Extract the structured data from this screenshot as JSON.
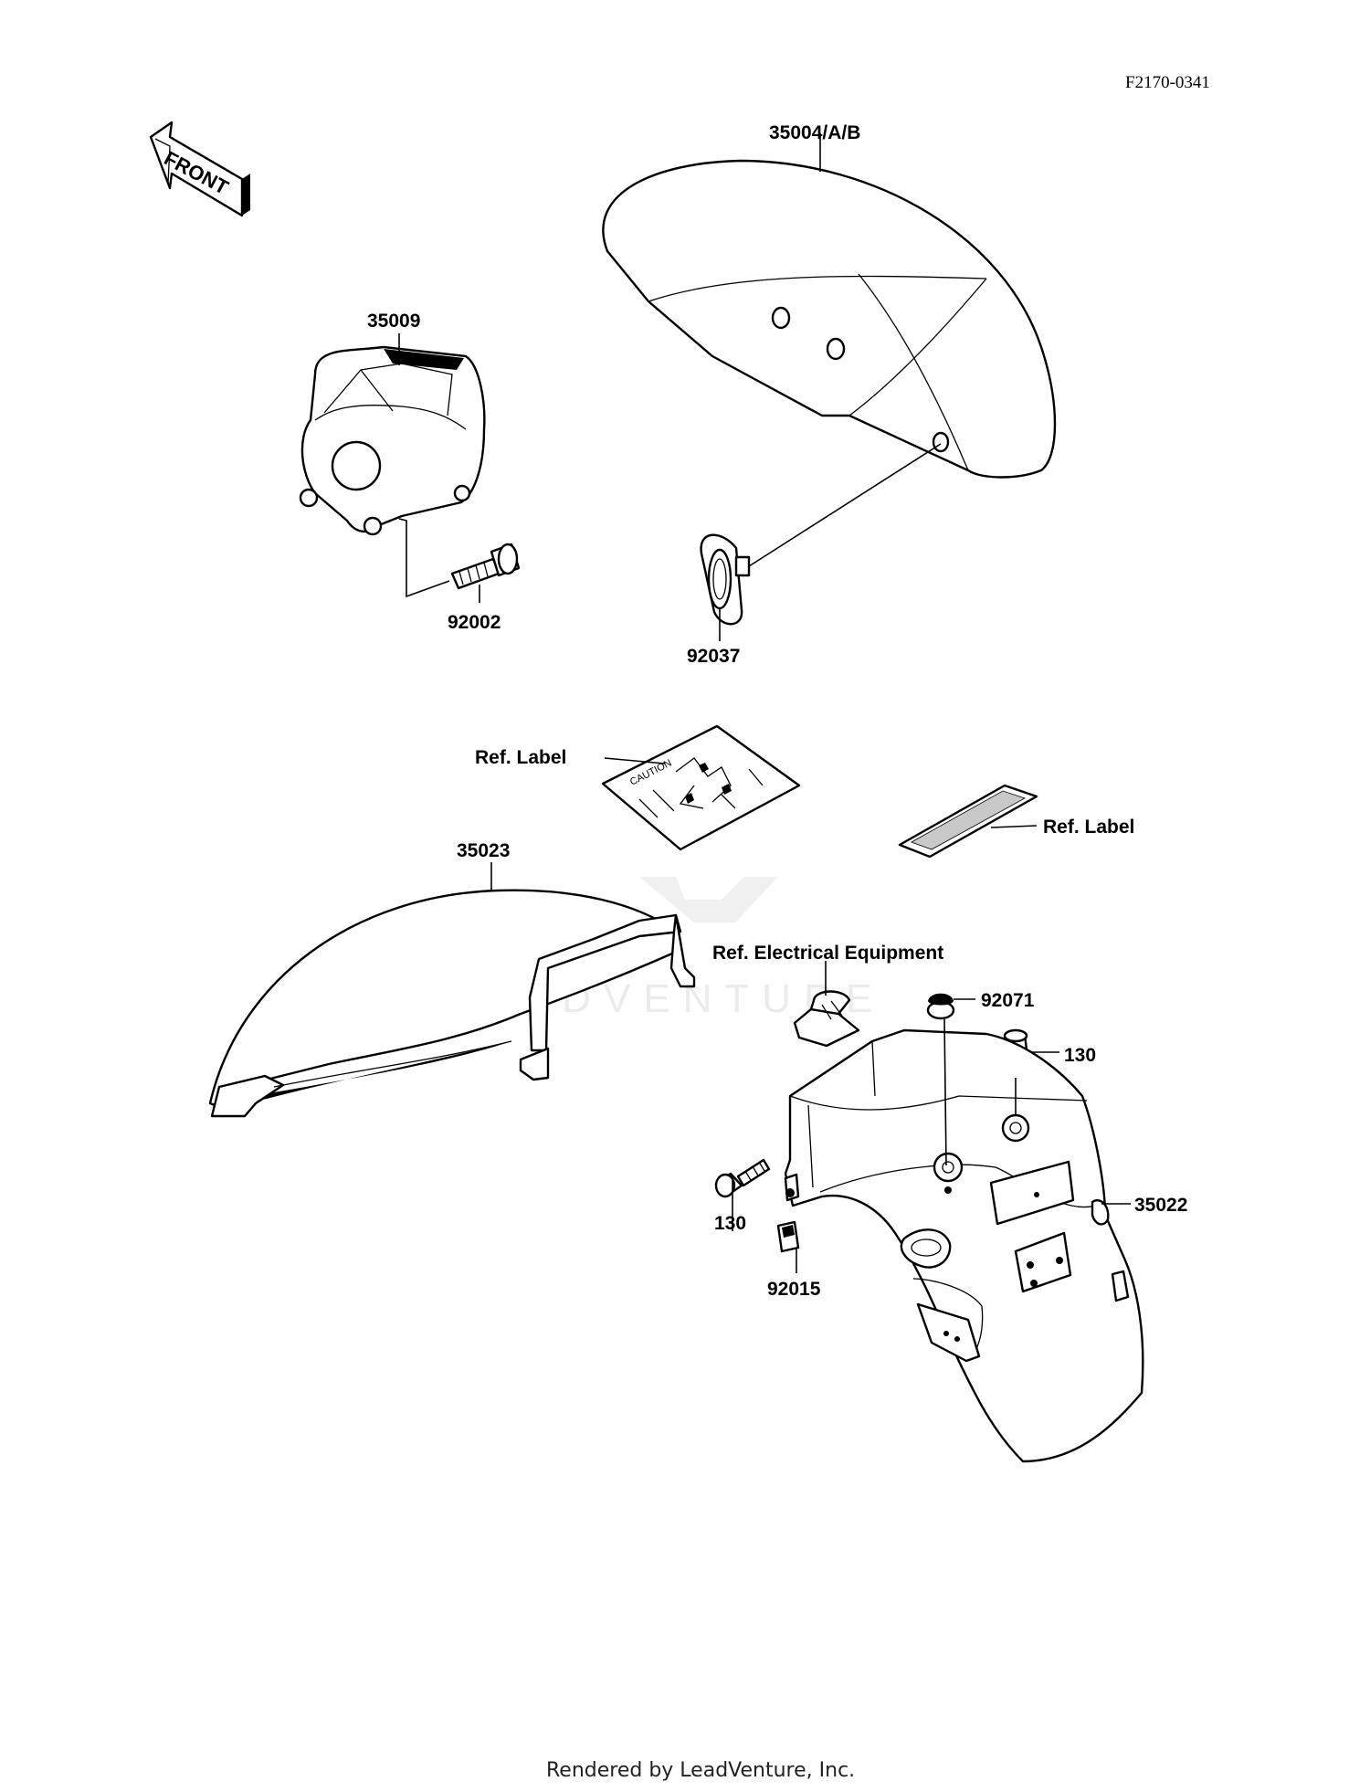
{
  "document": {
    "diagram_id": "F2170-0341",
    "footer": "Rendered by LeadVenture, Inc.",
    "watermark": "LEADVENTURE"
  },
  "direction_arrow": {
    "text": "FRONT"
  },
  "caution_label": {
    "text": "CAUTION"
  },
  "callouts": {
    "front_fender": "35004/A/B",
    "fender_bracket": "35009",
    "bolt_92002": "92002",
    "grommet_92037": "92037",
    "ref_label_caution": "Ref. Label",
    "ref_label_strip": "Ref. Label",
    "rear_fender_front": "35023",
    "ref_electrical": "Ref. Electrical Equipment",
    "damper_92071": "92071",
    "bolt_130_top": "130",
    "rear_fender_rear": "35022",
    "bolt_130_left": "130",
    "nut_92015": "92015"
  },
  "colors": {
    "line": "#000000",
    "background": "#ffffff",
    "watermark": "#ebebeb"
  }
}
